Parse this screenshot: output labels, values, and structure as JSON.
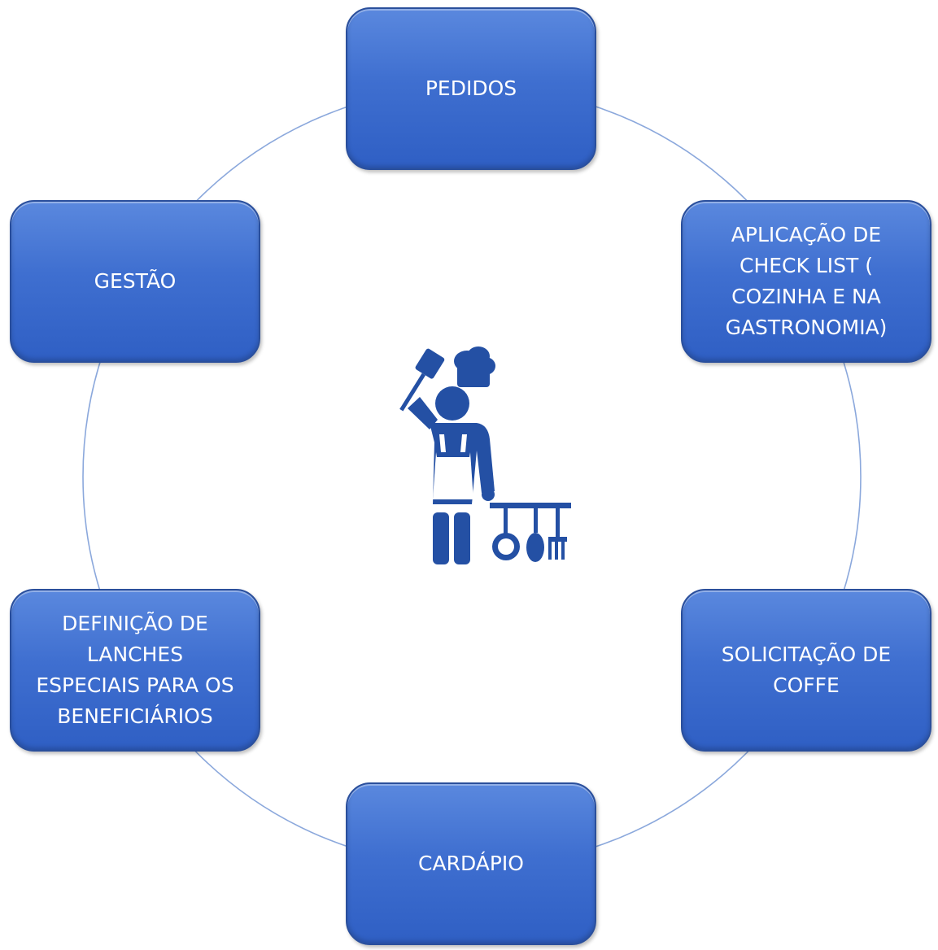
{
  "diagram": {
    "nodes": [
      {
        "id": "pedidos",
        "label": "PEDIDOS"
      },
      {
        "id": "checklist",
        "label": "APLICAÇÃO DE\nCHECK LIST (\nCOZINHA E NA\nGASTRONOMIA)"
      },
      {
        "id": "coffe",
        "label": "SOLICITAÇÃO DE\nCOFFE"
      },
      {
        "id": "cardapio",
        "label": "CARDÁPIO"
      },
      {
        "id": "lanches",
        "label": "DEFINIÇÃO DE\nLANCHES\nESPECIAIS PARA OS\nBENEFICIÁRIOS"
      },
      {
        "id": "gestao",
        "label": "GESTÃO"
      }
    ],
    "center_icon": "chef-icon",
    "colors": {
      "node_fill": "#3f6fd0",
      "ring_stroke": "#7f9fd6",
      "icon": "#2450a4"
    }
  }
}
